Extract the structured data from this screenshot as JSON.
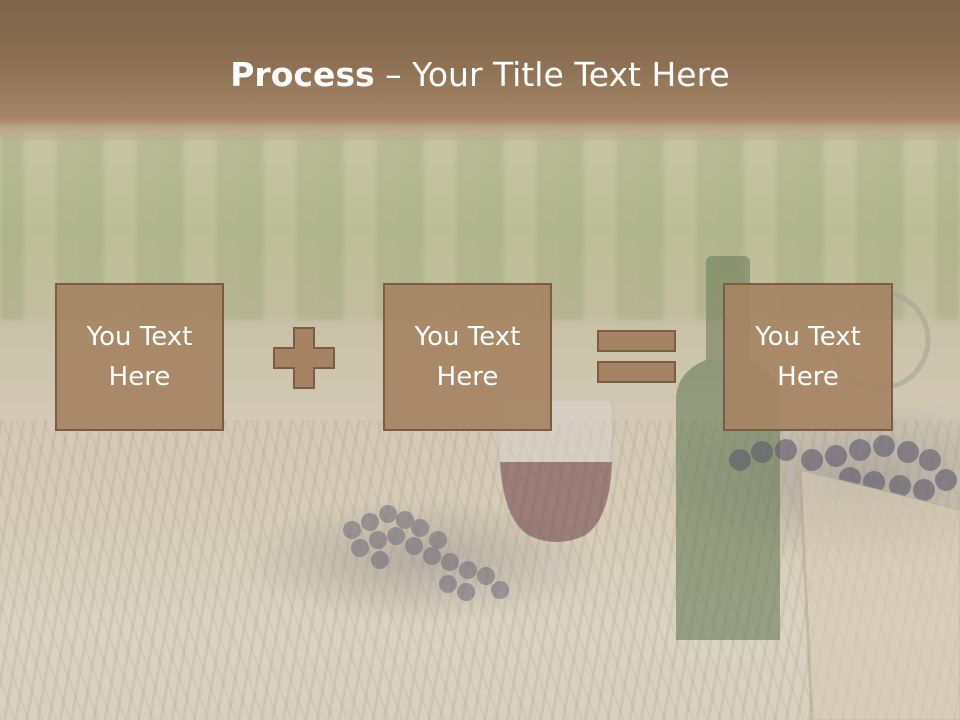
{
  "title": {
    "bold": "Process",
    "rest": " – Your Title Text Here"
  },
  "steps": [
    {
      "text": "You Text\nHere"
    },
    {
      "text": "You Text\nHere"
    },
    {
      "text": "You Text\nHere"
    }
  ],
  "operators": {
    "first": "plus-icon",
    "second": "equals-icon"
  },
  "colors": {
    "title_band": "#8a6d50",
    "box_fill": "#a68463",
    "box_border": "#7b5d43",
    "operator_fill": "#a68463",
    "text": "#ffffff"
  }
}
